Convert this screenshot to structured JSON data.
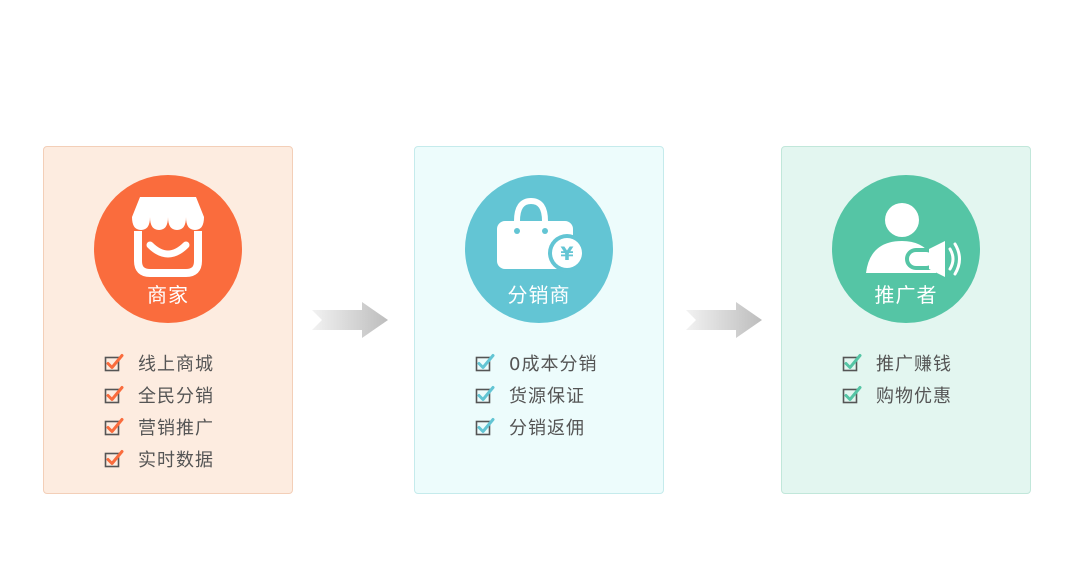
{
  "colors": {
    "merchant": "#fa6c3d",
    "distributor": "#63c5d4",
    "promoter": "#55c5a5",
    "text": "#555555"
  },
  "cards": [
    {
      "title": "商家",
      "icon": "storefront-icon",
      "features": [
        "线上商城",
        "全民分销",
        "营销推广",
        "实时数据"
      ]
    },
    {
      "title": "分销商",
      "icon": "handbag-yen-icon",
      "features": [
        "0成本分销",
        "货源保证",
        "分销返佣"
      ]
    },
    {
      "title": "推广者",
      "icon": "person-megaphone-icon",
      "features": [
        "推广赚钱",
        "购物优惠"
      ]
    }
  ],
  "arrows": [
    "arrow-right-icon",
    "arrow-right-icon"
  ]
}
